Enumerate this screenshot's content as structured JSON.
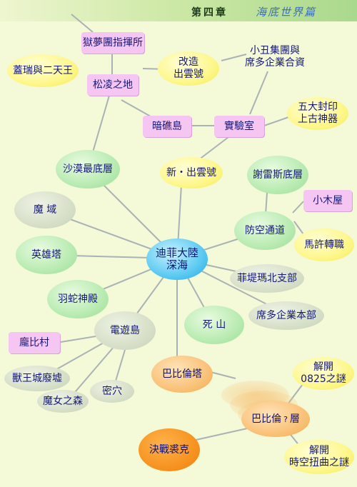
{
  "header": {
    "chapter": "第四章",
    "title": "海底世界篇"
  },
  "nodes": {
    "prison": "獄夢團指揮所",
    "gairui": "蓋瑞與二天王",
    "songling": "松凌之地",
    "gaizao_1": "改造",
    "gaizao_2": "出雲號",
    "clown_1": "小丑集團與",
    "clown_2": "席多企業合資",
    "anjiao": "暗礁島",
    "lab": "實驗室",
    "seal_1": "五大封印",
    "seal_2": "上古神器",
    "desert": "沙漠最底層",
    "new_ship": "新・出雲號",
    "xieleisi": "謝雷斯底層",
    "cabin": "小木屋",
    "demon_land": "魔 域",
    "air_tunnel": "防空通道",
    "maxu": "馬許轉職",
    "hero_tower": "英雄塔",
    "center_1": "迪菲大陸",
    "center_2": "深海",
    "fitima": "菲堤瑪北支部",
    "snake_temple": "羽蛇神殿",
    "xiduo_hq": "席多企業本部",
    "death_mtn": "死 山",
    "dianyou": "電遊島",
    "pangbi": "龐比村",
    "beast_ruins": "獸王城廢墟",
    "secret_cave": "密穴",
    "witch_forest": "魔女之森",
    "babylon_tower": "巴比倫塔",
    "solve1_1": "解開",
    "solve1_2": "0825之謎",
    "babylon_floor_a": "巴比倫",
    "babylon_floor_q": "?",
    "babylon_floor_b": "層",
    "final_battle": "決戰裘克",
    "solve2_1": "解開",
    "solve2_2": "時空扭曲之謎"
  }
}
